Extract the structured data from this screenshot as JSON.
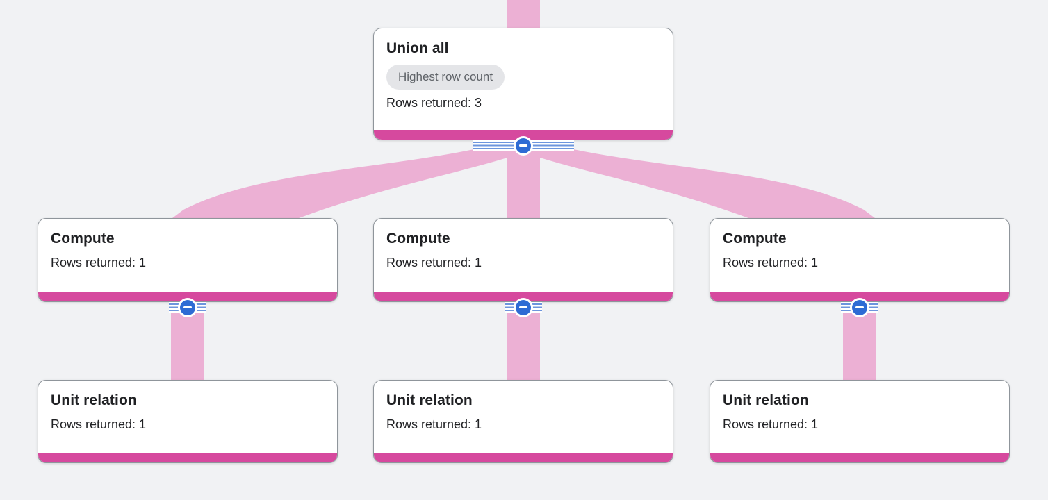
{
  "graph": {
    "kind": "query-execution-graph",
    "nodes": {
      "union": {
        "id": "union-all",
        "title": "Union all",
        "badge": "Highest row count",
        "rows": "Rows returned: 3",
        "rows_returned": 3
      },
      "compute1": {
        "id": "compute-1",
        "title": "Compute",
        "rows": "Rows returned: 1",
        "rows_returned": 1
      },
      "compute2": {
        "id": "compute-2",
        "title": "Compute",
        "rows": "Rows returned: 1",
        "rows_returned": 1
      },
      "compute3": {
        "id": "compute-3",
        "title": "Compute",
        "rows": "Rows returned: 1",
        "rows_returned": 1
      },
      "unit1": {
        "id": "unit-relation-1",
        "title": "Unit relation",
        "rows": "Rows returned: 1",
        "rows_returned": 1
      },
      "unit2": {
        "id": "unit-relation-2",
        "title": "Unit relation",
        "rows": "Rows returned: 1",
        "rows_returned": 1
      },
      "unit3": {
        "id": "unit-relation-3",
        "title": "Unit relation",
        "rows": "Rows returned: 1",
        "rows_returned": 1
      }
    },
    "edges": [
      {
        "from": null,
        "to": "union-all",
        "note": "truncated at top of viewport"
      },
      {
        "from": "union-all",
        "to": "compute-1"
      },
      {
        "from": "union-all",
        "to": "compute-2"
      },
      {
        "from": "union-all",
        "to": "compute-3"
      },
      {
        "from": "compute-1",
        "to": "unit-relation-1"
      },
      {
        "from": "compute-2",
        "to": "unit-relation-2"
      },
      {
        "from": "compute-3",
        "to": "unit-relation-3"
      }
    ],
    "collapse_controls": [
      {
        "at": "union-all",
        "state": "expanded"
      },
      {
        "at": "compute-1",
        "state": "expanded"
      },
      {
        "at": "compute-2",
        "state": "expanded"
      },
      {
        "at": "compute-3",
        "state": "expanded"
      }
    ]
  },
  "icons": {
    "collapse": "minus-circle-icon"
  },
  "colors": {
    "background": "#f1f2f4",
    "edge_pink": "#ecb0d4",
    "node_accent_magenta": "#d6499e",
    "badge_bg": "#e4e5e8",
    "badge_text": "#5f6368",
    "title_text": "#202124",
    "collapse_circle_blue": "#2e6bd4",
    "collapse_stripe_blue": "#6d95dd",
    "card_border": "#8f959b"
  }
}
